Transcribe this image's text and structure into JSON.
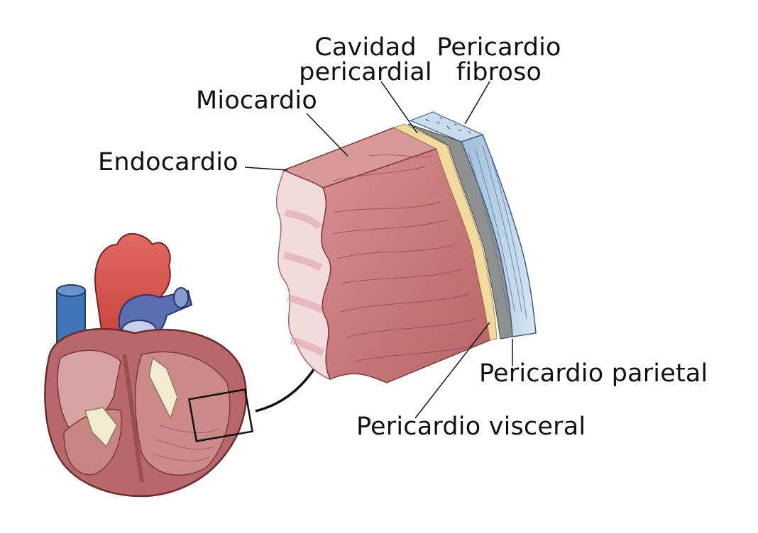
{
  "labels": {
    "cavidad_line1": "Cavidad",
    "cavidad_line2": "pericardial",
    "pericardio_fibroso_line1": "Pericardio",
    "pericardio_fibroso_line2": "fibroso",
    "miocardio": "Miocardio",
    "endocardio": "Endocardio",
    "pericardio_parietal": "Pericardio parietal",
    "pericardio_visceral": "Pericardio visceral"
  },
  "colors": {
    "myocardium": "#c9797a",
    "myocardium_dark": "#a85a5c",
    "endocardium": "#f2d7da",
    "visceral": "#f1d9a0",
    "parietal": "#8f9190",
    "fibrous": "#b8d0e6",
    "aorta": "#d9534f",
    "vena_cava": "#3f74b8",
    "pulmonary": "#5a6fb0"
  },
  "icons": {
    "arrow": "curved-arrow-icon",
    "zoom_box": "magnifier-box"
  }
}
